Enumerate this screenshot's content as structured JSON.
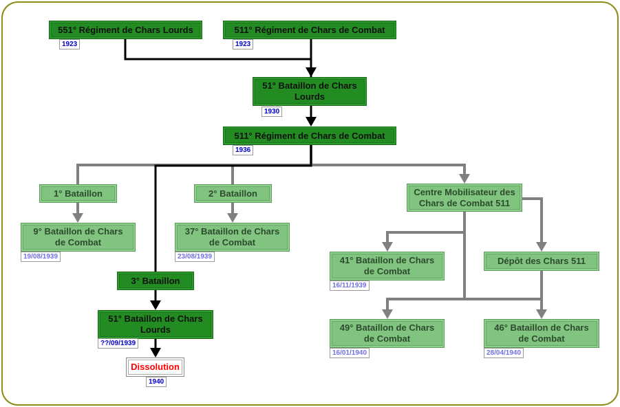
{
  "diagram": {
    "colors": {
      "frame": "#8c8c14",
      "main_box": "#228b22",
      "sub_box": "#80c480",
      "main_link": "#000000",
      "sub_link": "#808080",
      "dissolution_text": "#ff0000",
      "date_main": "#0000cc",
      "date_sub": "#7070e0"
    },
    "nodes": [
      {
        "id": "n551rcl",
        "label": "551° Régiment de Chars Lourds",
        "date": "1923",
        "style": "main"
      },
      {
        "id": "n511rcc_a",
        "label": "511° Régiment de Chars de Combat",
        "date": "1923",
        "style": "main"
      },
      {
        "id": "n51bcl_a",
        "label": "51° Bataillon de Chars Lourds",
        "date": "1930",
        "style": "main"
      },
      {
        "id": "n511rcc_b",
        "label": "511° Régiment de Chars de Combat",
        "date": "1936",
        "style": "main"
      },
      {
        "id": "n1bat",
        "label": "1° Bataillon",
        "date": null,
        "style": "sub"
      },
      {
        "id": "n2bat",
        "label": "2° Bataillon",
        "date": null,
        "style": "sub"
      },
      {
        "id": "ncm",
        "label": "Centre Mobilisateur des Chars de Combat 511",
        "date": null,
        "style": "sub"
      },
      {
        "id": "n9bcc",
        "label": "9° Bataillon de Chars de Combat",
        "date": "19/08/1939",
        "style": "sub"
      },
      {
        "id": "n37bcc",
        "label": "37° Bataillon de Chars de Combat",
        "date": "23/08/1939",
        "style": "sub"
      },
      {
        "id": "n41bcc",
        "label": "41° Bataillon de Chars de Combat",
        "date": "16/11/1939",
        "style": "sub"
      },
      {
        "id": "ndepot",
        "label": "Dépôt des Chars 511",
        "date": null,
        "style": "sub"
      },
      {
        "id": "n3bat",
        "label": "3° Bataillon",
        "date": null,
        "style": "main"
      },
      {
        "id": "n51bcl_b",
        "label": "51° Bataillon de Chars Lourds",
        "date": "??/09/1939",
        "style": "main"
      },
      {
        "id": "n49bcc",
        "label": "49° Bataillon de Chars de Combat",
        "date": "16/01/1940",
        "style": "sub"
      },
      {
        "id": "n46bcc",
        "label": "46° Bataillon de Chars de Combat",
        "date": "28/04/1940",
        "style": "sub"
      },
      {
        "id": "ndiss",
        "label": "Dissolution",
        "date": "1940",
        "style": "end"
      }
    ],
    "edges": [
      {
        "from": "n551rcl",
        "to": "n51bcl_a",
        "style": "main"
      },
      {
        "from": "n511rcc_a",
        "to": "n51bcl_a",
        "style": "main"
      },
      {
        "from": "n51bcl_a",
        "to": "n511rcc_b",
        "style": "main"
      },
      {
        "from": "n511rcc_b",
        "to": "n1bat",
        "style": "sub"
      },
      {
        "from": "n511rcc_b",
        "to": "n2bat",
        "style": "sub"
      },
      {
        "from": "n511rcc_b",
        "to": "ncm",
        "style": "sub"
      },
      {
        "from": "n511rcc_b",
        "to": "n3bat",
        "style": "main"
      },
      {
        "from": "n1bat",
        "to": "n9bcc",
        "style": "sub"
      },
      {
        "from": "n2bat",
        "to": "n37bcc",
        "style": "sub"
      },
      {
        "from": "ncm",
        "to": "n41bcc",
        "style": "sub"
      },
      {
        "from": "ncm",
        "to": "ndepot",
        "style": "sub"
      },
      {
        "from": "ncm",
        "to": "n49bcc",
        "style": "sub"
      },
      {
        "from": "ndepot",
        "to": "n46bcc",
        "style": "sub"
      },
      {
        "from": "n3bat",
        "to": "n51bcl_b",
        "style": "main"
      },
      {
        "from": "n51bcl_b",
        "to": "ndiss",
        "style": "main"
      }
    ]
  }
}
